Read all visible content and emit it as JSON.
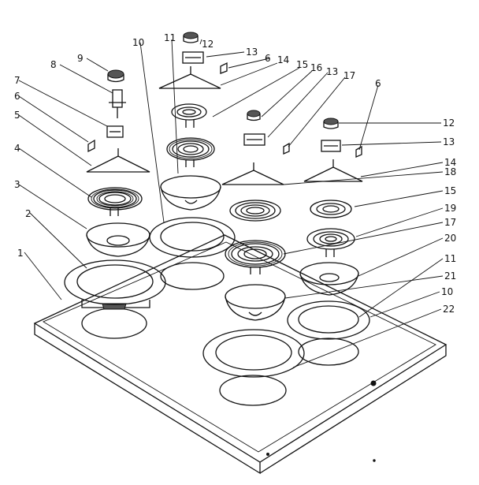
{
  "callouts": [
    {
      "id": "c1",
      "text": "1"
    },
    {
      "id": "c2",
      "text": "2"
    },
    {
      "id": "c3",
      "text": "3"
    },
    {
      "id": "c4",
      "text": "4"
    },
    {
      "id": "c5",
      "text": "5"
    },
    {
      "id": "c6a",
      "text": "6"
    },
    {
      "id": "c7",
      "text": "7"
    },
    {
      "id": "c8",
      "text": "8"
    },
    {
      "id": "c9",
      "text": "9"
    },
    {
      "id": "c10a",
      "text": "10"
    },
    {
      "id": "c11a",
      "text": "11"
    },
    {
      "id": "c12a",
      "text": "12"
    },
    {
      "id": "c13a",
      "text": "13"
    },
    {
      "id": "c6b",
      "text": "6"
    },
    {
      "id": "c14a",
      "text": "14"
    },
    {
      "id": "c15a",
      "text": "15"
    },
    {
      "id": "c16",
      "text": "16"
    },
    {
      "id": "c13b",
      "text": "13"
    },
    {
      "id": "c17a",
      "text": "17"
    },
    {
      "id": "c6c",
      "text": "6"
    },
    {
      "id": "c12b",
      "text": "12"
    },
    {
      "id": "c13c",
      "text": "13"
    },
    {
      "id": "c14b",
      "text": "14"
    },
    {
      "id": "c18",
      "text": "18"
    },
    {
      "id": "c15b",
      "text": "15"
    },
    {
      "id": "c19",
      "text": "19"
    },
    {
      "id": "c17b",
      "text": "17"
    },
    {
      "id": "c20",
      "text": "20"
    },
    {
      "id": "c11b",
      "text": "11"
    },
    {
      "id": "c21",
      "text": "21"
    },
    {
      "id": "c10b",
      "text": "10"
    },
    {
      "id": "c22",
      "text": "22"
    }
  ]
}
